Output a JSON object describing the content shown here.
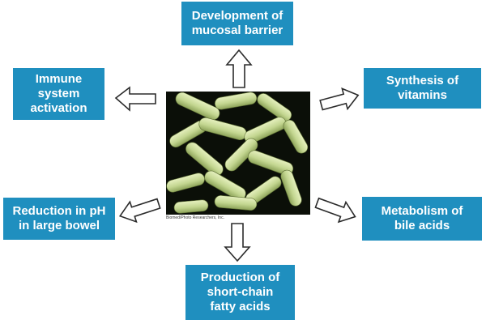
{
  "boxes": {
    "mucosal": [
      "Development of",
      "mucosal barrier"
    ],
    "immune": [
      "Immune",
      "system",
      "activation"
    ],
    "vitamins": [
      "Synthesis of",
      "vitamins"
    ],
    "ph": [
      "Reduction in pH",
      "in large bowel"
    ],
    "bile": [
      "Metabolism of",
      "bile acids"
    ],
    "scfa": [
      "Production of",
      "short-chain",
      "fatty acids"
    ]
  },
  "photo": {
    "credit": "Biomed/Photo Researchers, Inc."
  },
  "colors": {
    "box_fill": "#1f8fbf",
    "box_text": "#ffffff",
    "arrow_stroke": "#2b2b2b",
    "bacteria": "#c8d99a",
    "photo_background": "#0b0f08"
  }
}
